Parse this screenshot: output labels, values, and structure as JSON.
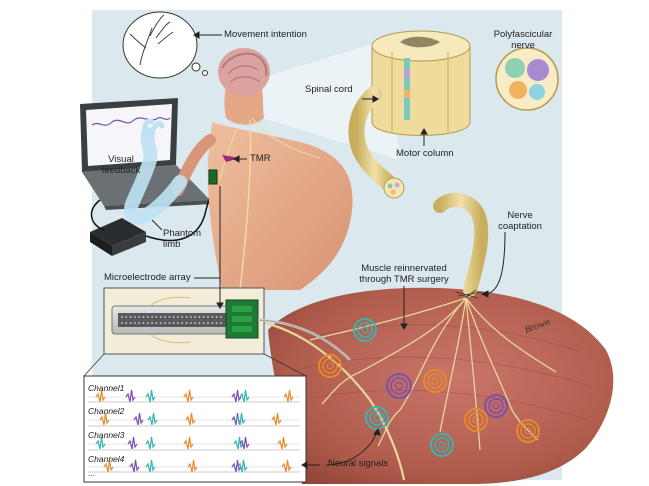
{
  "labels": {
    "movement_intention": "Movement intention",
    "polyfascicular_nerve": "Polyfascicular\nnerve",
    "spinal_cord": "Spinal cord",
    "tmr": "TMR",
    "motor_column": "Motor column",
    "visual_feedback": "Visual\nfeedback",
    "phantom_limb": "Phantom\nlimb",
    "nerve_coaptation": "Nerve\ncoaptation",
    "muscle_reinnervated": "Muscle reinnervated\nthrough TMR surgery",
    "microelectrode_array": "Microelectrode array",
    "neural_signals": "Neural signals",
    "more_channels": "..."
  },
  "channels": [
    "Channel1",
    "Channel2",
    "Channel3",
    "Channel4"
  ],
  "artist_signature": "Brown",
  "colors": {
    "background_panel": "#dbe9ef",
    "skin": "#e7ad8b",
    "muscle": "#b6604e",
    "nerve": "#e4cf8c",
    "phantom_limb": "#bfe2f3",
    "signal_orange": "#e88a2a",
    "signal_purple": "#7a4fb0",
    "signal_teal": "#36b6b3",
    "signal_green": "#5fa23a"
  }
}
